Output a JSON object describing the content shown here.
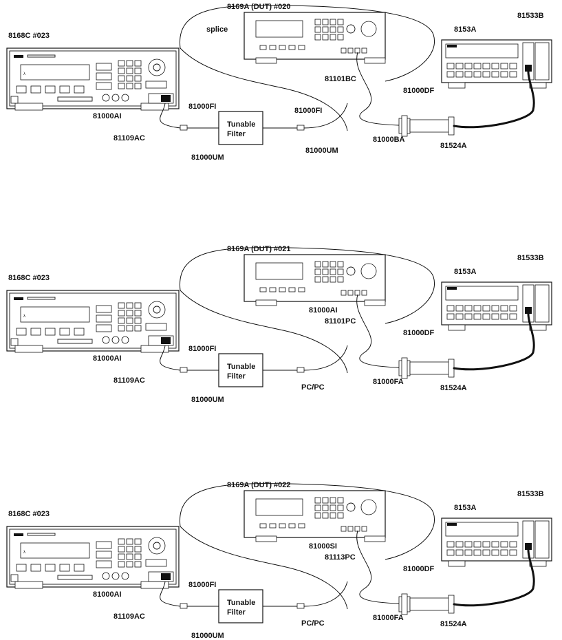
{
  "setups": [
    {
      "source_label": "8168C #023",
      "dut_label": "8169A (DUT) #020",
      "meter_label": "8153A",
      "head_label": "81533B",
      "splice_label": "splice",
      "source_conn_label": "81000AI",
      "cable_label": "81109AC",
      "filter_in_label": "81000FI",
      "filter_out_label": "81000FI",
      "um_left_label": "81000UM",
      "um_right_label": "81000UM",
      "filter_text_1": "Tunable",
      "filter_text_2": "Filter",
      "dut_cable_label": "81101BC",
      "df_label": "81000DF",
      "adapter_label": "81000BA",
      "head_cable_label": "81524A",
      "dut_conn_label": "",
      "right_end_label": ""
    },
    {
      "source_label": "8168C #023",
      "dut_label": "8169A (DUT) #021",
      "meter_label": "8153A",
      "head_label": "81533B",
      "splice_label": "",
      "source_conn_label": "81000AI",
      "cable_label": "81109AC",
      "filter_in_label": "81000FI",
      "filter_out_label": "",
      "um_left_label": "81000UM",
      "um_right_label": "",
      "filter_text_1": "Tunable",
      "filter_text_2": "Filter",
      "dut_cable_label": "81101PC",
      "df_label": "81000DF",
      "adapter_label": "81000FA",
      "head_cable_label": "81524A",
      "dut_conn_label": "81000AI",
      "right_end_label": "PC/PC"
    },
    {
      "source_label": "8168C #023",
      "dut_label": "8169A (DUT) #022",
      "meter_label": "8153A",
      "head_label": "81533B",
      "splice_label": "",
      "source_conn_label": "81000AI",
      "cable_label": "81109AC",
      "filter_in_label": "81000FI",
      "filter_out_label": "",
      "um_left_label": "81000UM",
      "um_right_label": "",
      "filter_text_1": "Tunable",
      "filter_text_2": "Filter",
      "dut_cable_label": "81113PC",
      "df_label": "81000DF",
      "adapter_label": "81000FA",
      "head_cable_label": "81524A",
      "dut_conn_label": "81000SI",
      "right_end_label": "PC/PC"
    }
  ]
}
